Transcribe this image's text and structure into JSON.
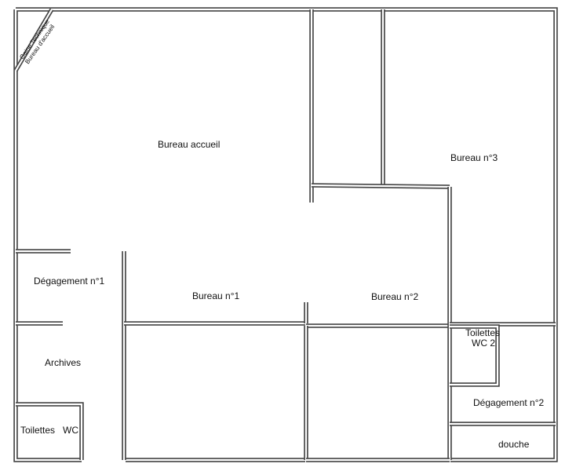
{
  "colors": {
    "wall": "#444444",
    "background": "#ffffff",
    "text": "#111111"
  },
  "rooms": {
    "gaine_line1": "Gaine Technique",
    "gaine_line2": "Bureau d'accueil",
    "bureau_accueil": "Bureau accueil",
    "bureau_3": "Bureau n°3",
    "degagement_1": "Dégagement n°1",
    "bureau_1": "Bureau n°1",
    "bureau_2": "Bureau n°2",
    "archives": "Archives",
    "toilettes_wc": "Toilettes   WC",
    "toilettes_wc2_line1": "Toilettes",
    "toilettes_wc2_line2": "WC 2",
    "degagement_2": "Dégagement n°2",
    "douche": "douche"
  }
}
